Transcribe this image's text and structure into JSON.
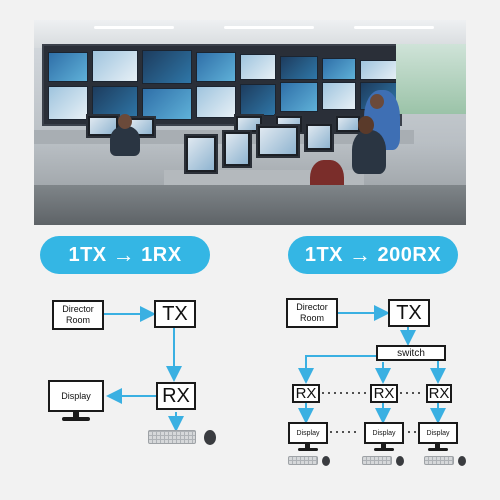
{
  "banners": {
    "left": {
      "a": "1TX",
      "b": "1RX",
      "arrow": "→"
    },
    "right": {
      "a": "1TX",
      "b": "200RX",
      "arrow": "→"
    }
  },
  "left_diagram": {
    "source": "Director Room",
    "tx": "TX",
    "rx": "RX",
    "display": "Display"
  },
  "right_diagram": {
    "source": "Director Room",
    "tx": "TX",
    "switch": "switch",
    "rx": [
      "RX",
      "RX",
      "RX"
    ],
    "displays": [
      "Display",
      "Display",
      "Display"
    ]
  },
  "colors": {
    "accent": "#34b6e4",
    "arrow": "#3ab0e2",
    "box_border": "#1a1a1a"
  }
}
